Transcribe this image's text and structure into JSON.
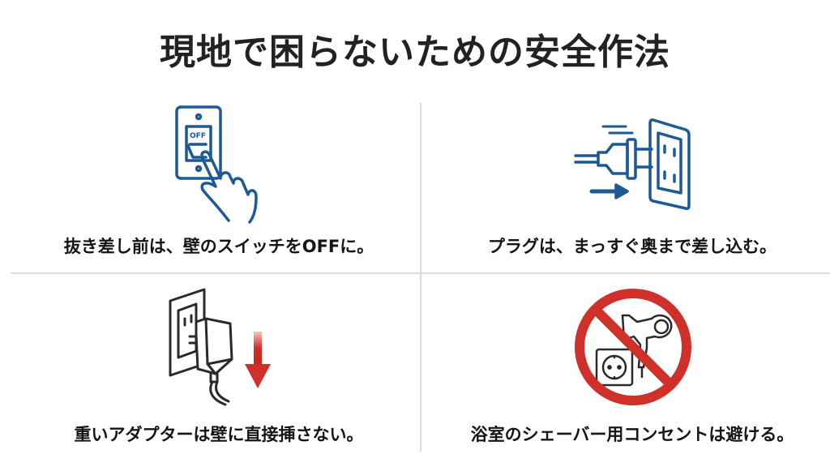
{
  "title": "現地で困らないための安全作法",
  "colors": {
    "title_text": "#222222",
    "icon_blue": "#1c5a96",
    "icon_dark": "#2a2a2a",
    "warning_red": "#d0302a",
    "divider": "#dcdcdc"
  },
  "tips": [
    {
      "icon": "light-switch-off-hand-icon",
      "caption": "抜き差し前は、壁のスイッチをOFFに。",
      "switch_label": "OFF"
    },
    {
      "icon": "plug-into-outlet-icon",
      "caption": "プラグは、まっすぐ奥まで差し込む。"
    },
    {
      "icon": "heavy-adapter-down-arrow-icon",
      "caption": "重いアダプターは壁に直接挿さない。"
    },
    {
      "icon": "no-hairdryer-shaver-outlet-icon",
      "caption": "浴室のシェーバー用コンセントは避ける。"
    }
  ]
}
